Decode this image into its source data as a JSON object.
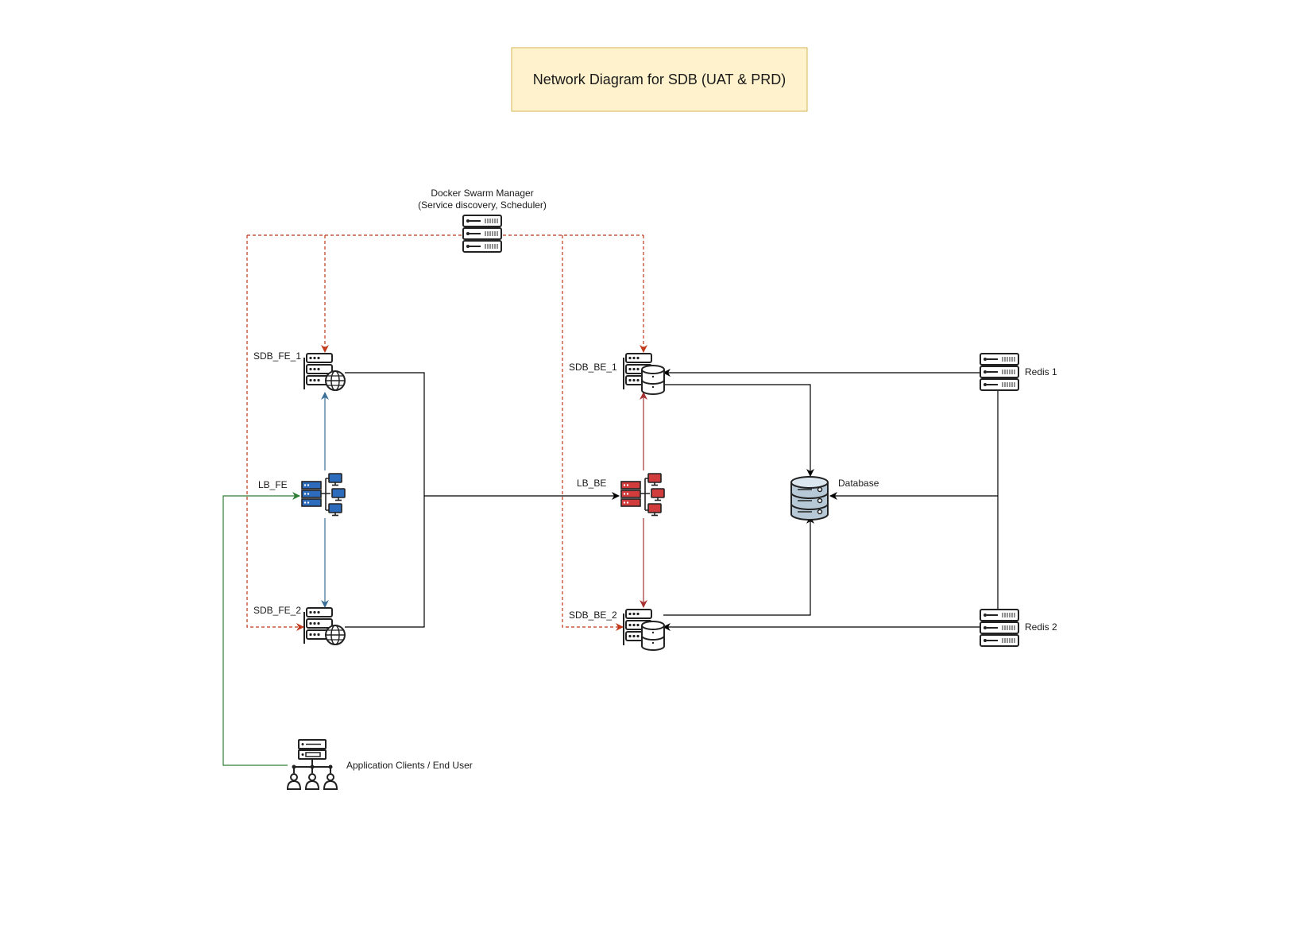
{
  "title": "Network Diagram for SDB (UAT & PRD)",
  "nodes": {
    "swarm_manager": {
      "label_line1": "Docker Swarm Manager",
      "label_line2": "(Service discovery, Scheduler)",
      "icon": "server-rack-icon"
    },
    "sdb_fe_1": {
      "label": "SDB_FE_1",
      "icon": "web-server-icon"
    },
    "lb_fe": {
      "label": "LB_FE",
      "icon": "load-balancer-icon",
      "color": "#2d6bbd"
    },
    "sdb_fe_2": {
      "label": "SDB_FE_2",
      "icon": "web-server-icon"
    },
    "sdb_be_1": {
      "label": "SDB_BE_1",
      "icon": "database-server-icon"
    },
    "lb_be": {
      "label": "LB_BE",
      "icon": "load-balancer-icon",
      "color": "#d13c3c"
    },
    "sdb_be_2": {
      "label": "SDB_BE_2",
      "icon": "database-server-icon"
    },
    "database": {
      "label": "Database",
      "icon": "database-icon"
    },
    "redis_1": {
      "label": "Redis 1",
      "icon": "server-rack-icon"
    },
    "redis_2": {
      "label": "Redis 2",
      "icon": "server-rack-icon"
    },
    "clients": {
      "label": "Application Clients / End User",
      "icon": "users-network-icon"
    }
  },
  "colors": {
    "title_fill": "#fff2cc",
    "title_stroke": "#d6b656",
    "swarm_link": "#c0391b",
    "fe_link": "#3a6e96",
    "be_link": "#a83232",
    "client_link": "#2e7d32",
    "default_link": "#000000"
  }
}
